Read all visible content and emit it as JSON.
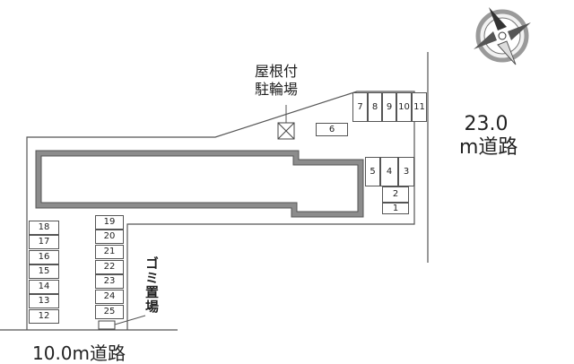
{
  "map": {
    "bicycle_parking_label": "屋根付\n駐輪場",
    "garbage_area_label": "ゴミ置場",
    "road_east_label": "23.0\nm道路",
    "road_south_label": "10.0m道路",
    "parking_spaces": [
      "1",
      "2",
      "3",
      "4",
      "5",
      "6",
      "7",
      "8",
      "9",
      "10",
      "11",
      "12",
      "13",
      "14",
      "15",
      "16",
      "17",
      "18",
      "19",
      "20",
      "21",
      "22",
      "23",
      "24",
      "25"
    ]
  },
  "colors": {
    "line": "#555555",
    "building_border": "#666666",
    "compass_ring": "#9a9a9a"
  },
  "icons": [
    "compass-rose-icon",
    "bicycle-parking-box-icon"
  ]
}
